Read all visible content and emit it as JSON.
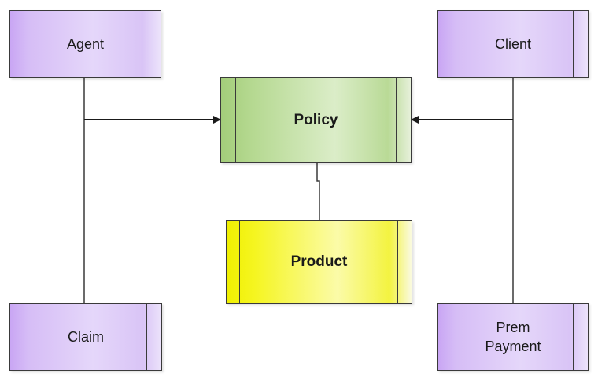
{
  "nodes": {
    "agent": "Agent",
    "client": "Client",
    "policy": "Policy",
    "product": "Product",
    "claim": "Claim",
    "prem_payment": "Prem\nPayment"
  },
  "colors": {
    "entity_purple": "#d6bdf6",
    "policy_green": "#b4d88f",
    "product_yellow": "#f5f520",
    "line": "#1a1a1a"
  }
}
